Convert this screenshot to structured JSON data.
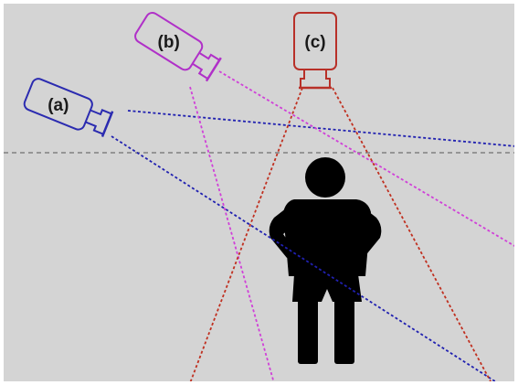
{
  "colors": {
    "background": "#d4d4d4",
    "frame": "#ffffff",
    "horizon": "#808080",
    "person": "#000000",
    "camera_a": "#2b2bb0",
    "camera_b": "#b030c8",
    "camera_c": "#b83028",
    "ray_a": "#2020b0",
    "ray_b": "#d040d8",
    "ray_c": "#c03020"
  },
  "cameras": [
    {
      "id": "a",
      "label": "(a)",
      "icon": "camera-icon",
      "color_key": "camera_a"
    },
    {
      "id": "b",
      "label": "(b)",
      "icon": "camera-icon",
      "color_key": "camera_b"
    },
    {
      "id": "c",
      "label": "(c)",
      "icon": "camera-icon",
      "color_key": "camera_c"
    }
  ],
  "person": {
    "icon": "person-icon"
  },
  "horizon": {
    "style": "dashed"
  }
}
